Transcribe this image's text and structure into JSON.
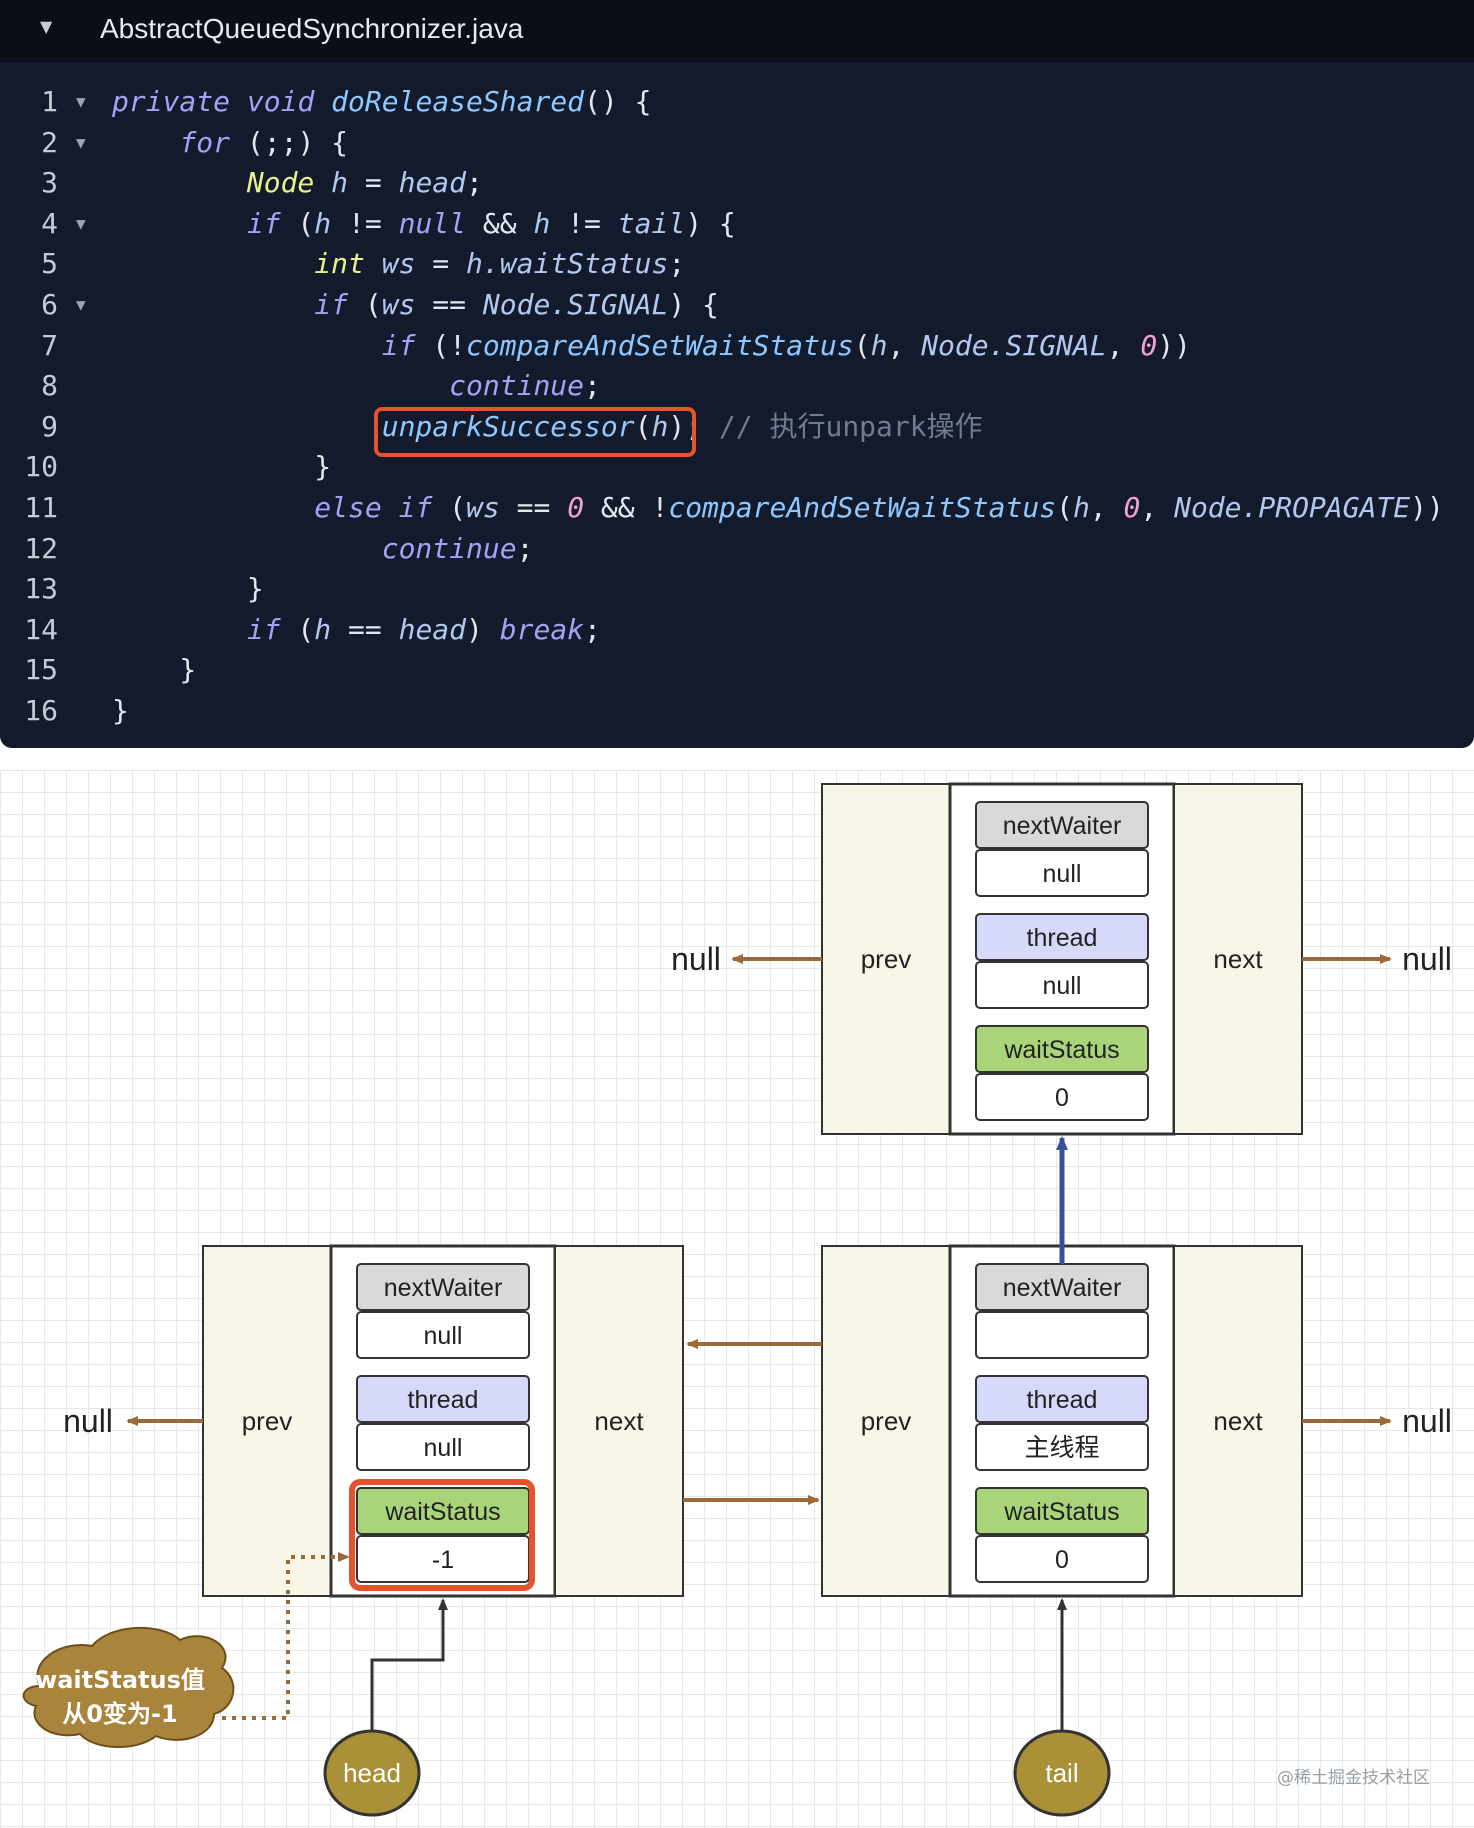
{
  "editor": {
    "file_name": "AbstractQueuedSynchronizer.java",
    "line_numbers": [
      "1",
      "2",
      "3",
      "4",
      "5",
      "6",
      "7",
      "8",
      "9",
      "10",
      "11",
      "12",
      "13",
      "14",
      "15",
      "16"
    ],
    "lines": [
      [
        {
          "t": "kw",
          "s": "private"
        },
        {
          "t": "pl",
          "s": " "
        },
        {
          "t": "kw",
          "s": "void"
        },
        {
          "t": "pl",
          "s": " "
        },
        {
          "t": "fn",
          "s": "doReleaseShared"
        },
        {
          "t": "pl",
          "s": "() {"
        }
      ],
      [
        {
          "t": "pl",
          "s": "    "
        },
        {
          "t": "kw",
          "s": "for"
        },
        {
          "t": "pl",
          "s": " (;;) {"
        }
      ],
      [
        {
          "t": "pl",
          "s": "        "
        },
        {
          "t": "ty",
          "s": "Node"
        },
        {
          "t": "pl",
          "s": " "
        },
        {
          "t": "vr",
          "s": "h"
        },
        {
          "t": "pl",
          "s": " = "
        },
        {
          "t": "vr",
          "s": "head"
        },
        {
          "t": "pl",
          "s": ";"
        }
      ],
      [
        {
          "t": "pl",
          "s": "        "
        },
        {
          "t": "kw",
          "s": "if"
        },
        {
          "t": "pl",
          "s": " ("
        },
        {
          "t": "vr",
          "s": "h"
        },
        {
          "t": "pl",
          "s": " != "
        },
        {
          "t": "kw",
          "s": "null"
        },
        {
          "t": "pl",
          "s": " && "
        },
        {
          "t": "vr",
          "s": "h"
        },
        {
          "t": "pl",
          "s": " != "
        },
        {
          "t": "vr",
          "s": "tail"
        },
        {
          "t": "pl",
          "s": ") {"
        }
      ],
      [
        {
          "t": "pl",
          "s": "            "
        },
        {
          "t": "ty",
          "s": "int"
        },
        {
          "t": "pl",
          "s": " "
        },
        {
          "t": "vr",
          "s": "ws"
        },
        {
          "t": "pl",
          "s": " = "
        },
        {
          "t": "vr",
          "s": "h.waitStatus"
        },
        {
          "t": "pl",
          "s": ";"
        }
      ],
      [
        {
          "t": "pl",
          "s": "            "
        },
        {
          "t": "kw",
          "s": "if"
        },
        {
          "t": "pl",
          "s": " ("
        },
        {
          "t": "vr",
          "s": "ws"
        },
        {
          "t": "pl",
          "s": " == "
        },
        {
          "t": "vr",
          "s": "Node.SIGNAL"
        },
        {
          "t": "pl",
          "s": ") {"
        }
      ],
      [
        {
          "t": "pl",
          "s": "                "
        },
        {
          "t": "kw",
          "s": "if"
        },
        {
          "t": "pl",
          "s": " (!"
        },
        {
          "t": "fn",
          "s": "compareAndSetWaitStatus"
        },
        {
          "t": "pl",
          "s": "("
        },
        {
          "t": "vr",
          "s": "h"
        },
        {
          "t": "pl",
          "s": ", "
        },
        {
          "t": "vr",
          "s": "Node.SIGNAL"
        },
        {
          "t": "pl",
          "s": ", "
        },
        {
          "t": "nm",
          "s": "0"
        },
        {
          "t": "pl",
          "s": "))"
        }
      ],
      [
        {
          "t": "pl",
          "s": "                    "
        },
        {
          "t": "kw",
          "s": "continue"
        },
        {
          "t": "pl",
          "s": ";"
        }
      ],
      [
        {
          "t": "pl",
          "s": "                "
        },
        {
          "t": "fn",
          "s": "unparkSuccessor"
        },
        {
          "t": "pl",
          "s": "("
        },
        {
          "t": "vr",
          "s": "h"
        },
        {
          "t": "pl",
          "s": "); "
        },
        {
          "t": "cm",
          "s": "// 执行unpark操作"
        }
      ],
      [
        {
          "t": "pl",
          "s": "            }"
        }
      ],
      [
        {
          "t": "pl",
          "s": "            "
        },
        {
          "t": "kw",
          "s": "else if"
        },
        {
          "t": "pl",
          "s": " ("
        },
        {
          "t": "vr",
          "s": "ws"
        },
        {
          "t": "pl",
          "s": " == "
        },
        {
          "t": "nm",
          "s": "0"
        },
        {
          "t": "pl",
          "s": " && !"
        },
        {
          "t": "fn",
          "s": "compareAndSetWaitStatus"
        },
        {
          "t": "pl",
          "s": "("
        },
        {
          "t": "vr",
          "s": "h"
        },
        {
          "t": "pl",
          "s": ", "
        },
        {
          "t": "nm",
          "s": "0"
        },
        {
          "t": "pl",
          "s": ", "
        },
        {
          "t": "vr",
          "s": "Node.PROPAGATE"
        },
        {
          "t": "pl",
          "s": "))"
        }
      ],
      [
        {
          "t": "pl",
          "s": "                "
        },
        {
          "t": "kw",
          "s": "continue"
        },
        {
          "t": "pl",
          "s": ";"
        }
      ],
      [
        {
          "t": "pl",
          "s": "        }"
        }
      ],
      [
        {
          "t": "pl",
          "s": "        "
        },
        {
          "t": "kw",
          "s": "if"
        },
        {
          "t": "pl",
          "s": " ("
        },
        {
          "t": "vr",
          "s": "h"
        },
        {
          "t": "pl",
          "s": " == "
        },
        {
          "t": "vr",
          "s": "head"
        },
        {
          "t": "pl",
          "s": ") "
        },
        {
          "t": "kw",
          "s": "break"
        },
        {
          "t": "pl",
          "s": ";"
        }
      ],
      [
        {
          "t": "pl",
          "s": "    }"
        }
      ],
      [
        {
          "t": "pl",
          "s": "}"
        }
      ]
    ],
    "fold_lines": [
      1,
      2,
      4,
      6
    ],
    "highlight_line": 9,
    "colors": {
      "highlight_border": "#e4532d"
    }
  },
  "diagram": {
    "labels": {
      "prev": "prev",
      "next": "next",
      "null": "null",
      "next_waiter": "nextWaiter",
      "thread": "thread",
      "wait_status": "waitStatus"
    },
    "nodes": {
      "top": {
        "next_waiter_value": "null",
        "thread_value": "null",
        "wait_status_value": "0"
      },
      "left": {
        "next_waiter_value": "null",
        "thread_value": "null",
        "wait_status_value": "-1"
      },
      "right": {
        "next_waiter_value": "",
        "thread_value": "主线程",
        "wait_status_value": "0"
      }
    },
    "pointers": {
      "head": "head",
      "tail": "tail"
    },
    "callout": {
      "line1": "waitStatus值",
      "line2": "从0变为-1"
    },
    "watermark": "@稀土掘金技术社区",
    "colors": {
      "node_fill": "#f8f6e6",
      "header_gray": "#d9d9d9",
      "header_purple": "#d6d9fa",
      "header_green": "#a9d47a",
      "arrow_brown": "#9a6a3a",
      "arrow_blue": "#3a4f9a",
      "pointer_fill": "#aa9138",
      "highlight": "#e4532d"
    }
  }
}
